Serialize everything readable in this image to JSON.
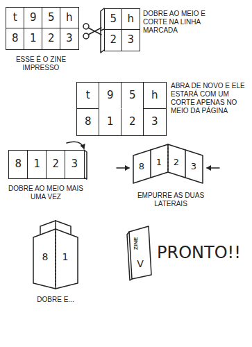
{
  "diagram": {
    "nodes": [
      {
        "text": [
          "t"
        ]
      },
      {
        "text": [
          "9"
        ]
      },
      {
        "text": [
          "5"
        ]
      },
      {
        "text": [
          "h"
        ]
      },
      {
        "text": [
          "8"
        ]
      },
      {
        "text": [
          "1"
        ]
      },
      {
        "text": [
          "2"
        ]
      },
      {
        "text": [
          "3"
        ]
      },
      {
        "text": [
          "5"
        ]
      },
      {
        "text": [
          "h"
        ]
      },
      {
        "text": [
          "2"
        ]
      },
      {
        "text": [
          "3"
        ]
      },
      {
        "text": [
          "t"
        ]
      },
      {
        "text": [
          "9"
        ]
      },
      {
        "text": [
          "5"
        ]
      },
      {
        "text": [
          "h"
        ]
      },
      {
        "text": [
          "8"
        ]
      },
      {
        "text": [
          "1"
        ]
      },
      {
        "text": [
          "2"
        ]
      },
      {
        "text": [
          "3"
        ]
      },
      {
        "text": [
          "8"
        ]
      },
      {
        "text": [
          "1"
        ]
      },
      {
        "text": [
          "2"
        ]
      },
      {
        "text": [
          "3"
        ]
      }
    ],
    "labels": [
      "ESSE É O ZINE IMPRESSO",
      "DOBRE AO MEIO E CORTE NA LINHA MARCADA",
      "ABRA DE NOVO E ELE ESTARÁ COM UM CORTE APENAS NO MEIO DA PÁGINA",
      "DOBRE AO MEIO MAIS UMA VEZ",
      "8",
      "1",
      "2",
      "3",
      "EMPURRE AS DUAS LATERAIS",
      "8",
      "1",
      "DOBRE E...",
      "ZINE",
      "V",
      "PRONTO!!"
    ]
  }
}
